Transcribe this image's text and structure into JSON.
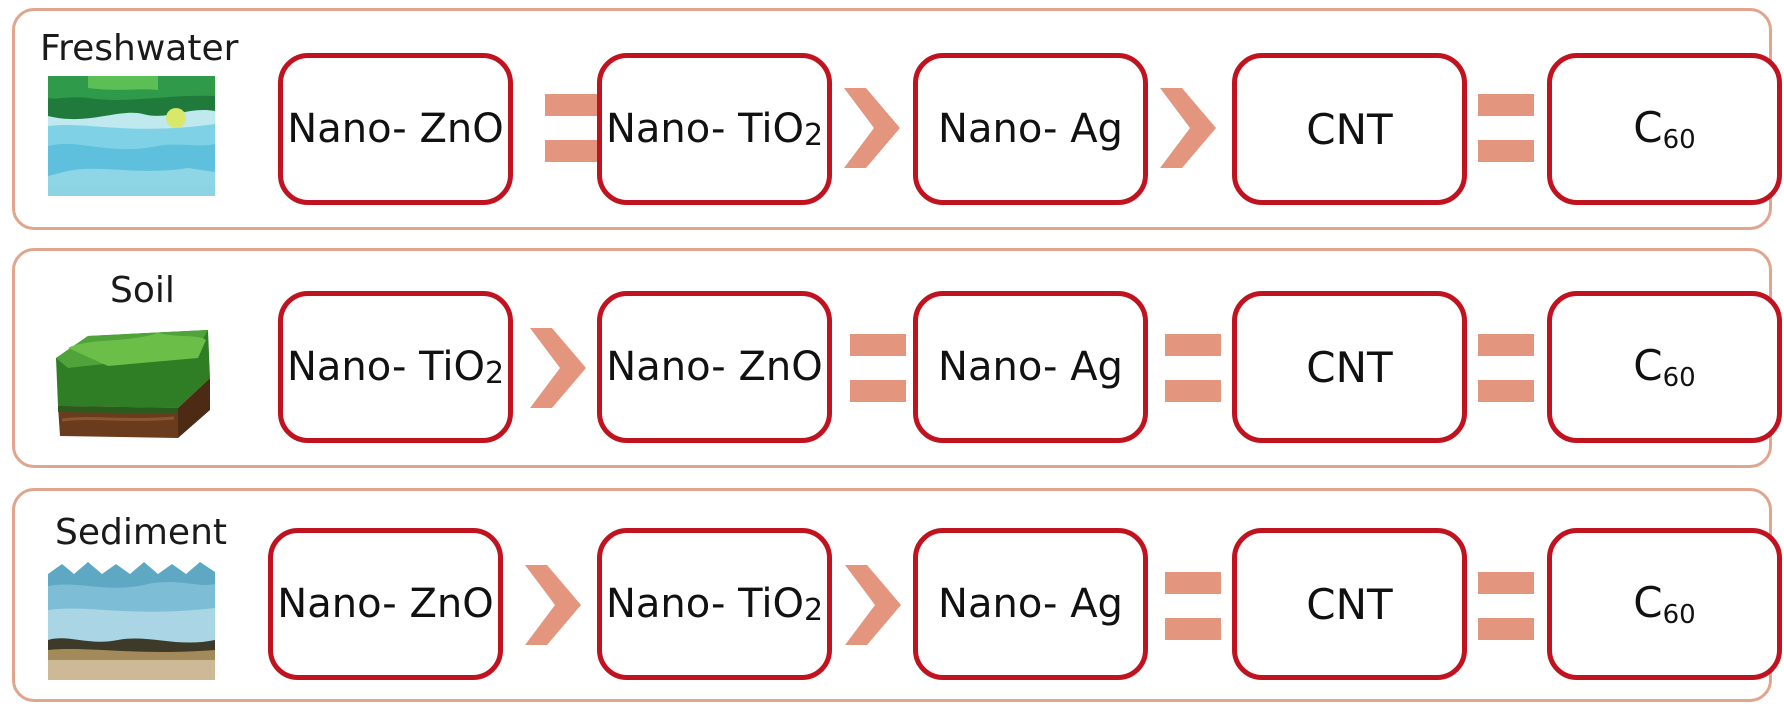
{
  "colors": {
    "panel_border": "#e0a58c",
    "node_border": "#c1121f",
    "relation_fill": "#e3957d"
  },
  "legend": {
    "equal_symbol_name": "equals-icon",
    "greater_symbol_name": "greater-than-icon"
  },
  "rows": [
    {
      "environment": "Freshwater",
      "image": "freshwater-image",
      "nodes": [
        {
          "prefix": "Nano- ",
          "base": "ZnO",
          "sub": ""
        },
        {
          "prefix": "Nano- ",
          "base": "TiO",
          "sub": "2"
        },
        {
          "prefix": "Nano- ",
          "base": "Ag",
          "sub": ""
        },
        {
          "prefix": "",
          "base": "CNT",
          "sub": ""
        },
        {
          "prefix": "",
          "base": "C",
          "sub": "60"
        }
      ],
      "relations": [
        "=",
        ">",
        ">",
        "="
      ]
    },
    {
      "environment": "Soil",
      "image": "soil-image",
      "nodes": [
        {
          "prefix": "Nano- ",
          "base": "TiO",
          "sub": "2"
        },
        {
          "prefix": "Nano- ",
          "base": "ZnO",
          "sub": ""
        },
        {
          "prefix": "Nano- ",
          "base": "Ag",
          "sub": ""
        },
        {
          "prefix": "",
          "base": "CNT",
          "sub": ""
        },
        {
          "prefix": "",
          "base": "C",
          "sub": "60"
        }
      ],
      "relations": [
        ">",
        "=",
        "=",
        "="
      ]
    },
    {
      "environment": "Sediment",
      "image": "sediment-image",
      "nodes": [
        {
          "prefix": "Nano- ",
          "base": "ZnO",
          "sub": ""
        },
        {
          "prefix": "Nano- ",
          "base": "TiO",
          "sub": "2"
        },
        {
          "prefix": "Nano- ",
          "base": "Ag",
          "sub": ""
        },
        {
          "prefix": "",
          "base": "CNT",
          "sub": ""
        },
        {
          "prefix": "",
          "base": "C",
          "sub": "60"
        }
      ],
      "relations": [
        ">",
        ">",
        "=",
        "="
      ]
    }
  ]
}
